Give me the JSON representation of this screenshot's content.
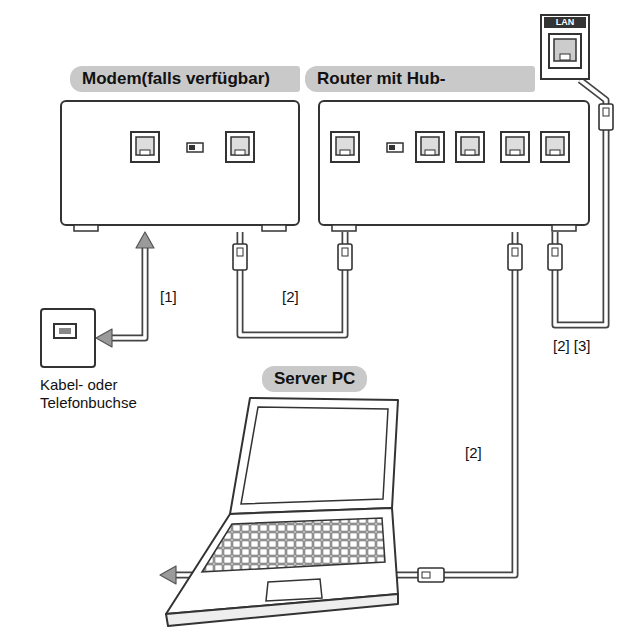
{
  "diagram": {
    "nodes": [
      {
        "text": [
          "LAN"
        ]
      },
      {
        "text": [
          "Modem(falls verfügbar)"
        ]
      },
      {
        "text": [
          "Router mit Hub-"
        ]
      },
      {
        "text": [
          "Kabel- oder Telefonbuchse"
        ]
      },
      {
        "text": [
          "Server PC"
        ]
      }
    ],
    "edges": [
      {
        "from": 3,
        "to": 1,
        "arrow": "both",
        "label": "[1]"
      },
      {
        "from": 1,
        "to": 2,
        "arrow": "none",
        "label": "[2]"
      },
      {
        "from": 2,
        "to": 4,
        "arrow": "to",
        "label": "[2]"
      },
      {
        "from": 2,
        "to": 0,
        "arrow": "none",
        "label": "[2] [3]"
      }
    ]
  }
}
